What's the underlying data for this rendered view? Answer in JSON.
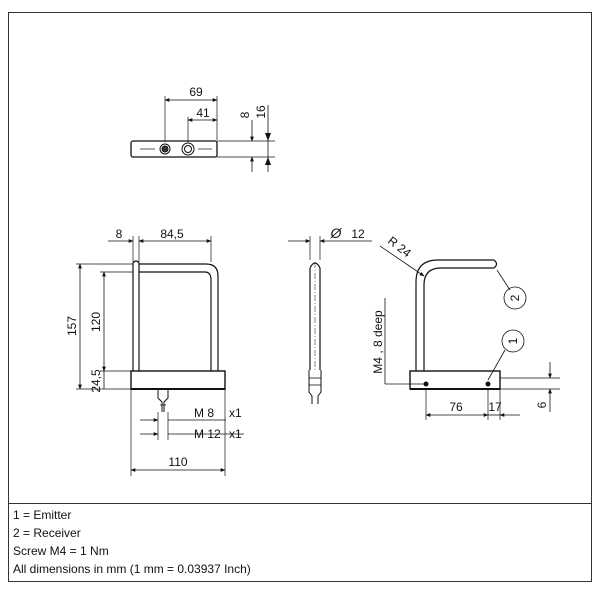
{
  "dimensions": {
    "top_width": "69",
    "top_hole_offset": "41",
    "top_slot": "8",
    "top_height": "16",
    "front_gap": "8",
    "front_width": "84,5",
    "front_height_total": "157",
    "front_height_inner": "120",
    "front_base": "24,5",
    "conn_m8": "M  8",
    "conn_m8_qty": "x1",
    "conn_m12": "M  12",
    "conn_m12_qty": "x1",
    "front_total_width": "110",
    "side_diameter_symbol": "Ø",
    "side_diameter": "12",
    "radius": "R 24",
    "thread": "M4 , 8 deep",
    "hole_spacing": "76",
    "hole_edge": "17",
    "base_height": "6",
    "callout_1": "1",
    "callout_2": "2"
  },
  "legend": {
    "line1": "1 =  Emitter",
    "line2": "2 =  Receiver",
    "line3": "Screw M4 = 1 Nm",
    "line4": "All dimensions in mm (1 mm = 0.03937 Inch)"
  }
}
